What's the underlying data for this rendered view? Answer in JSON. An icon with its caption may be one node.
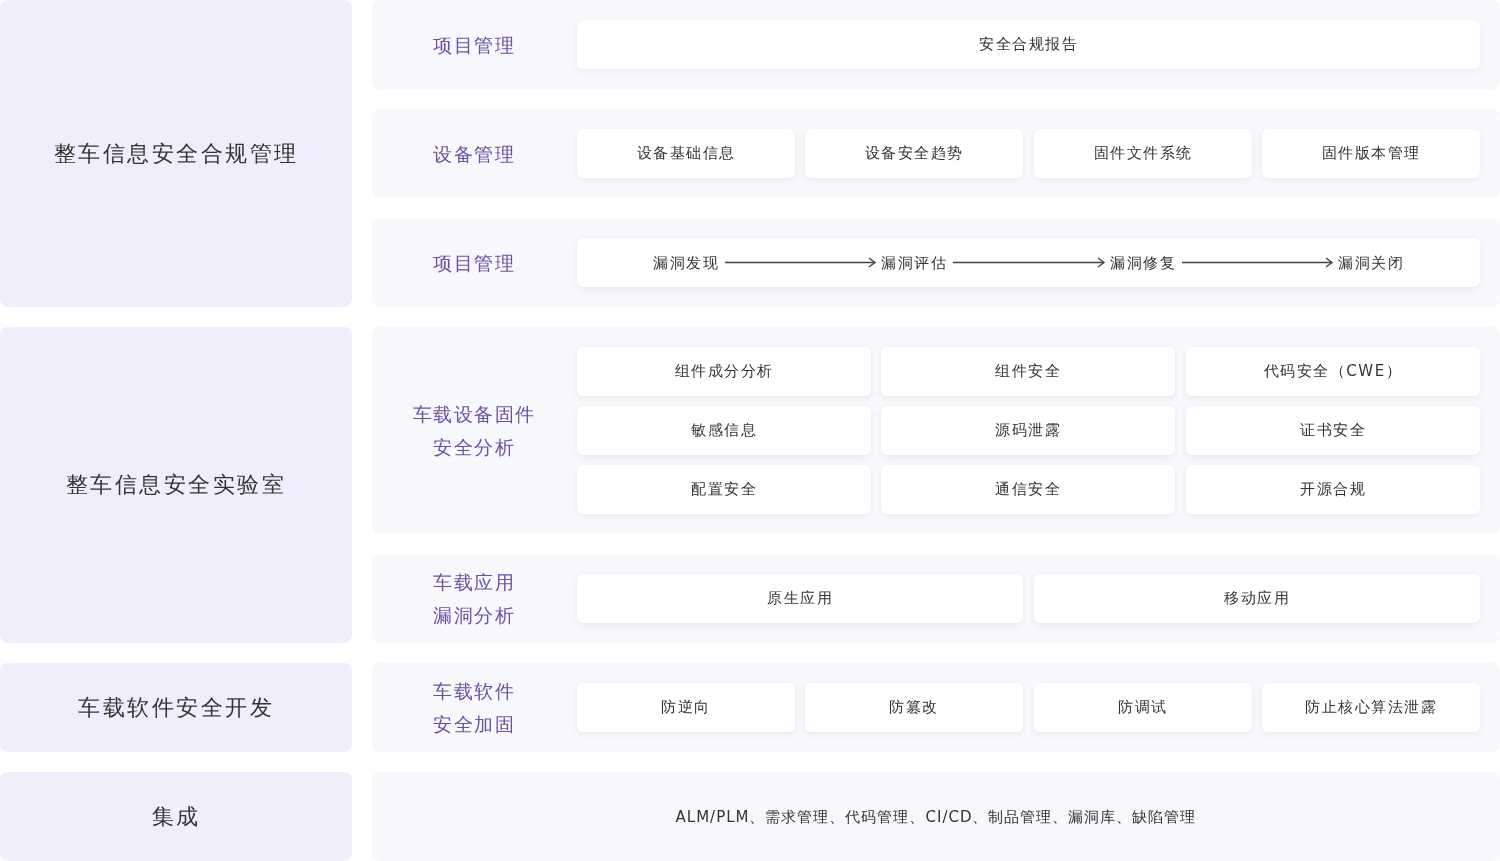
{
  "diagram": {
    "nodes": [
      {
        "text": [
          "整车信息安全合规管理"
        ]
      },
      {
        "text": [
          "项目管理"
        ]
      },
      {
        "text": [
          "安全合规报告"
        ],
        "in": 1
      },
      {
        "text": [
          "设备管理"
        ]
      },
      {
        "text": [
          "设备基础信息"
        ],
        "in": 3
      },
      {
        "text": [
          "设备安全趋势"
        ],
        "in": 3
      },
      {
        "text": [
          "固件文件系统"
        ],
        "in": 3
      },
      {
        "text": [
          "固件版本管理"
        ],
        "in": 3
      },
      {
        "text": [
          "项目管理"
        ]
      },
      {
        "text": [],
        "shape": "box",
        "in": 8
      },
      {
        "text": [
          "漏洞发现"
        ],
        "in": 9
      },
      {
        "text": [
          "漏洞评估"
        ],
        "in": 9
      },
      {
        "text": [
          "漏洞修复"
        ],
        "in": 9
      },
      {
        "text": [
          "漏洞关闭"
        ],
        "in": 9
      },
      {
        "text": [
          "整车信息安全实验室"
        ]
      },
      {
        "text": [
          "车载设备固件安全分析"
        ]
      },
      {
        "text": [
          "组件成分分析"
        ],
        "in": 15
      },
      {
        "text": [
          "组件安全"
        ],
        "in": 15
      },
      {
        "text": [
          "代码安全（CWE）"
        ],
        "in": 15
      },
      {
        "text": [
          "敏感信息"
        ],
        "in": 15
      },
      {
        "text": [
          "源码泄露"
        ],
        "in": 15
      },
      {
        "text": [
          "证书安全"
        ],
        "in": 15
      },
      {
        "text": [
          "配置安全"
        ],
        "in": 15
      },
      {
        "text": [
          "通信安全"
        ],
        "in": 15
      },
      {
        "text": [
          "开源合规"
        ],
        "in": 15
      },
      {
        "text": [
          "车载应用漏洞分析"
        ]
      },
      {
        "text": [
          "原生应用"
        ],
        "in": 25
      },
      {
        "text": [
          "移动应用"
        ],
        "in": 25
      },
      {
        "text": [
          "车载软件安全开发"
        ]
      },
      {
        "text": [
          "车载软件安全加固"
        ]
      },
      {
        "text": [
          "防逆向"
        ],
        "in": 29
      },
      {
        "text": [
          "防篡改"
        ],
        "in": 29
      },
      {
        "text": [
          "防调试"
        ],
        "in": 29
      },
      {
        "text": [
          "防止核心算法泄露"
        ],
        "in": 29
      },
      {
        "text": [
          "集成"
        ]
      },
      {
        "text": [
          "ALM/PLM、需求管理、代码管理、CI/CD、制品管理、漏洞库、缺陷管理"
        ]
      }
    ],
    "edges": [
      {
        "from": 10,
        "to": 11,
        "arrow": "to"
      },
      {
        "from": 11,
        "to": 12,
        "arrow": "to"
      },
      {
        "from": 12,
        "to": 13,
        "arrow": "to"
      }
    ]
  }
}
